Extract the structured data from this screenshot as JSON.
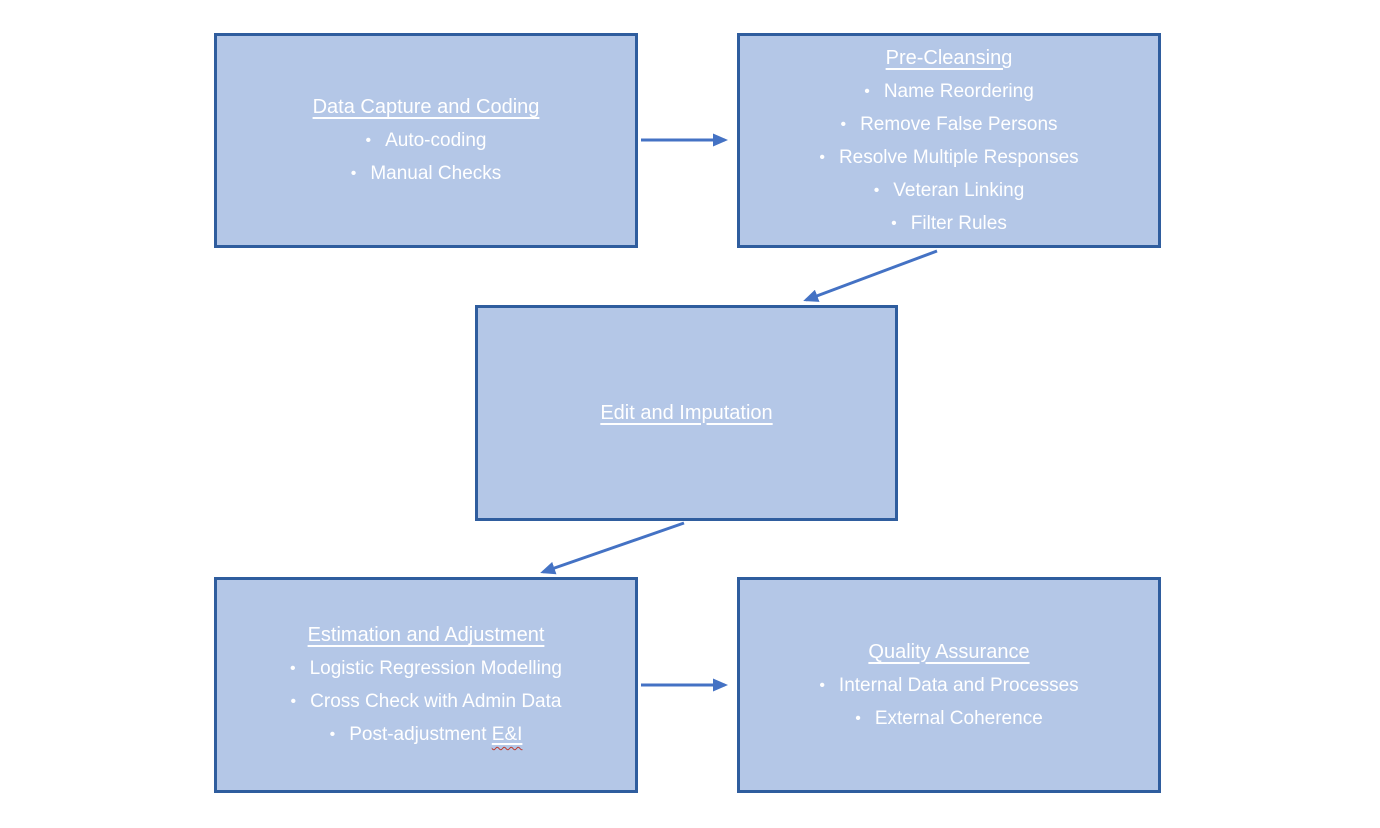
{
  "diagram": {
    "bullet_char": "•",
    "colors": {
      "node_fill": "#b4c7e7",
      "node_border": "#2f5d9e",
      "node_text": "#ffffff",
      "arrow": "#4472c4",
      "background": "#ffffff"
    },
    "nodes": {
      "data_capture": {
        "title": "Data Capture and Coding",
        "bullets": [
          "Auto-coding",
          "Manual Checks"
        ]
      },
      "pre_cleansing": {
        "title": "Pre-Cleansing",
        "bullets": [
          "Name Reordering",
          "Remove False Persons",
          "Resolve Multiple Responses",
          "Veteran Linking",
          "Filter Rules"
        ]
      },
      "edit_imputation": {
        "title": "Edit and Imputation",
        "bullets": []
      },
      "estimation_adjustment": {
        "title": "Estimation and Adjustment",
        "bullets": [
          "Logistic Regression Modelling",
          "Cross Check with Admin Data",
          {
            "text": "Post-adjustment ",
            "marked": "E&I"
          }
        ]
      },
      "quality_assurance": {
        "title": "Quality Assurance",
        "bullets": [
          "Internal Data and Processes",
          "External Coherence"
        ]
      }
    },
    "connections": [
      {
        "from": "data_capture",
        "to": "pre_cleansing"
      },
      {
        "from": "pre_cleansing",
        "to": "edit_imputation"
      },
      {
        "from": "edit_imputation",
        "to": "estimation_adjustment"
      },
      {
        "from": "estimation_adjustment",
        "to": "quality_assurance"
      }
    ]
  }
}
